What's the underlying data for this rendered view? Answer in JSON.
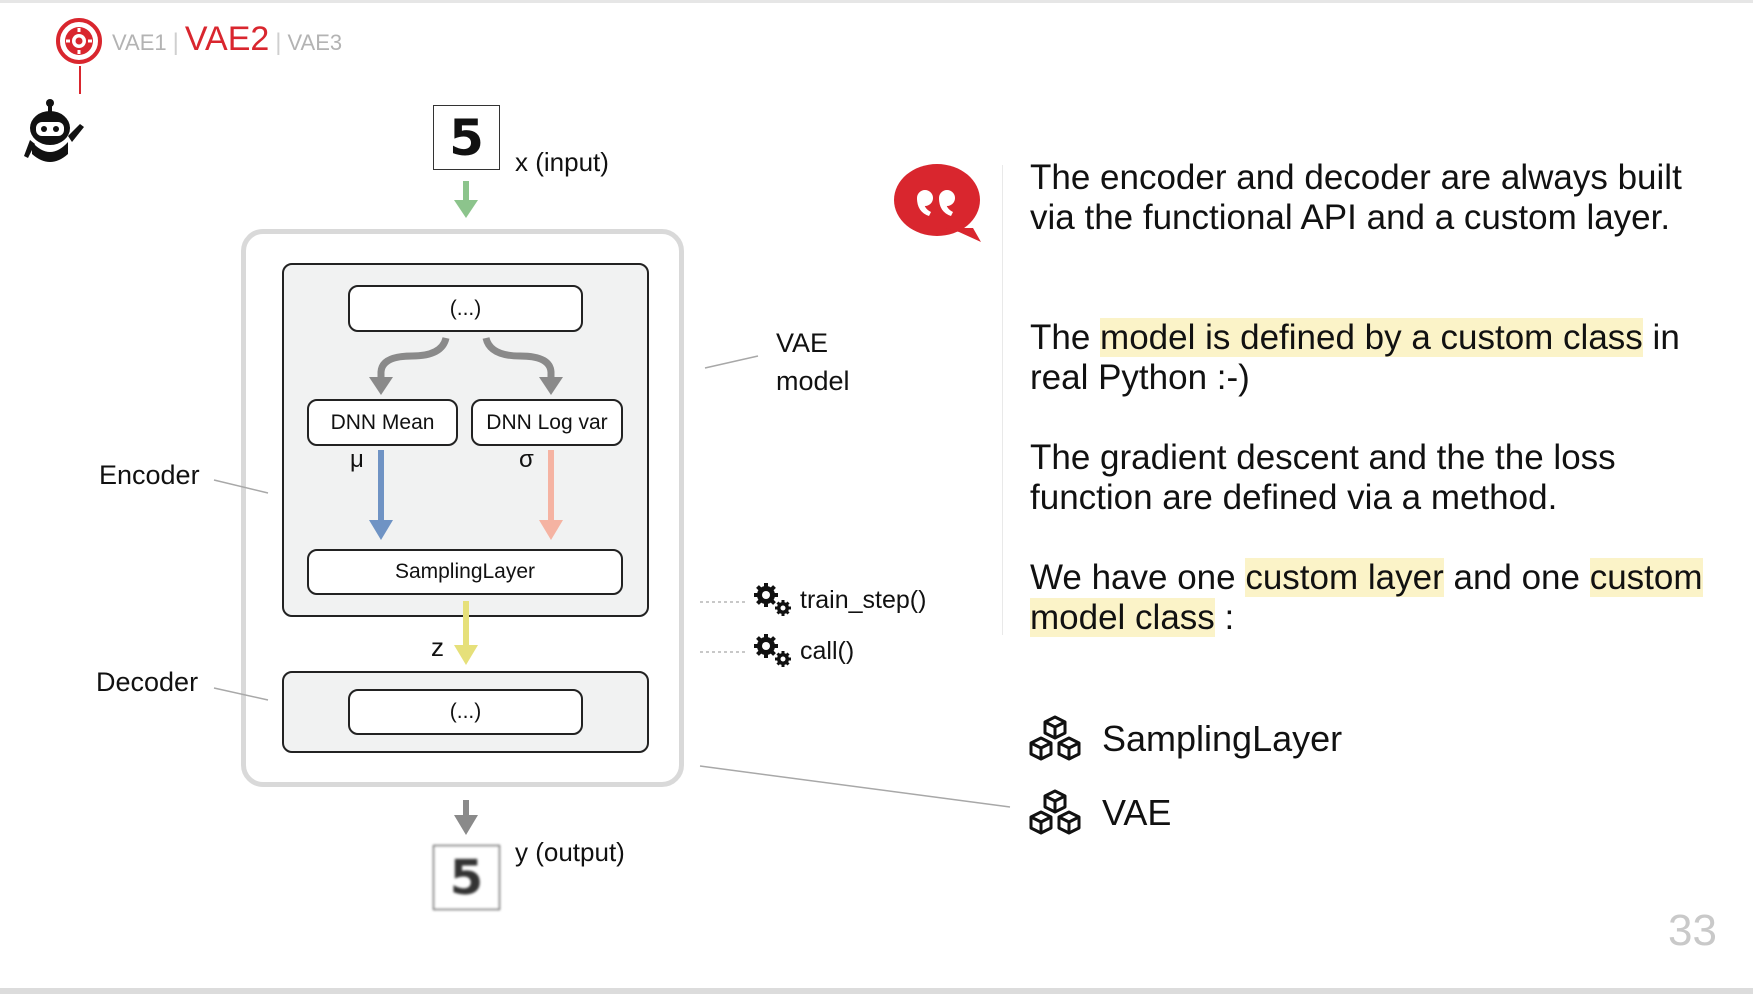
{
  "breadcrumb": {
    "items": [
      {
        "label": "VAE1",
        "active": false
      },
      {
        "label": "VAE2",
        "active": true
      },
      {
        "label": "VAE3",
        "active": false
      }
    ]
  },
  "diagram": {
    "input_digit": "5",
    "input_label": "x (input)",
    "output_digit": "5",
    "output_label": "y (output)",
    "encoder_top_box": "(...)",
    "dnn_mean": "DNN Mean",
    "dnn_logvar": "DNN Log var",
    "mu": "μ",
    "sigma": "σ",
    "sampling_layer": "SamplingLayer",
    "z": "z",
    "decoder_box": "(...)",
    "encoder_label": "Encoder",
    "decoder_label": "Decoder",
    "vae_model_label_line1": "VAE",
    "vae_model_label_line2": "model",
    "method_train_step": "train_step()",
    "method_call": "call()",
    "colors": {
      "input_arrow": "#8cc48c",
      "mu_arrow": "#6f93c4",
      "sigma_arrow": "#f5b3a2",
      "z_arrow": "#e6e07a",
      "grey_arrow": "#8a8a8a"
    }
  },
  "text": {
    "p1": "The encoder and decoder are always built via the functional API and a custom layer.",
    "p2_before": "The ",
    "p2_hl": "model is defined by a custom class",
    "p2_after": " in real Python :-)",
    "p3": "The gradient descent and the  the loss function are defined via a method.",
    "p4_a": "We have one ",
    "p4_hl1": "custom layer",
    "p4_b": " and one ",
    "p4_hl2": "custom model class",
    "p4_c": " :"
  },
  "classes": [
    {
      "name": "SamplingLayer",
      "icon": "cubes-icon"
    },
    {
      "name": "VAE",
      "icon": "cubes-icon"
    }
  ],
  "page_number": "33",
  "accent_color": "#d9262e"
}
